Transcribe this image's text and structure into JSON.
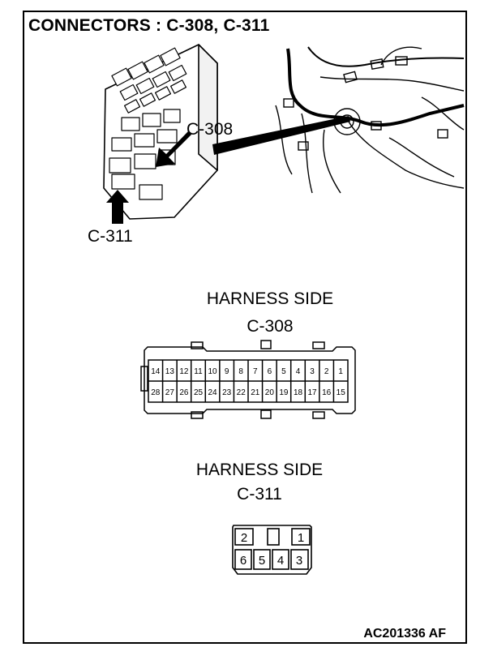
{
  "title": "CONNECTORS : C-308, C-311",
  "callouts": {
    "c308": "C-308",
    "c311": "C-311"
  },
  "c308_view": {
    "heading": "HARNESS SIDE",
    "name": "C-308",
    "top_row": [
      "14",
      "13",
      "12",
      "11",
      "10",
      "9",
      "8",
      "7",
      "6",
      "5",
      "4",
      "3",
      "2",
      "1"
    ],
    "bottom_row": [
      "28",
      "27",
      "26",
      "25",
      "24",
      "23",
      "22",
      "21",
      "20",
      "19",
      "18",
      "17",
      "16",
      "15"
    ]
  },
  "c311_view": {
    "heading": "HARNESS SIDE",
    "name": "C-311",
    "top_row": [
      "2",
      "",
      "1"
    ],
    "bottom_row": [
      "6",
      "5",
      "4",
      "3"
    ]
  },
  "figure_code": "AC201336 AF"
}
